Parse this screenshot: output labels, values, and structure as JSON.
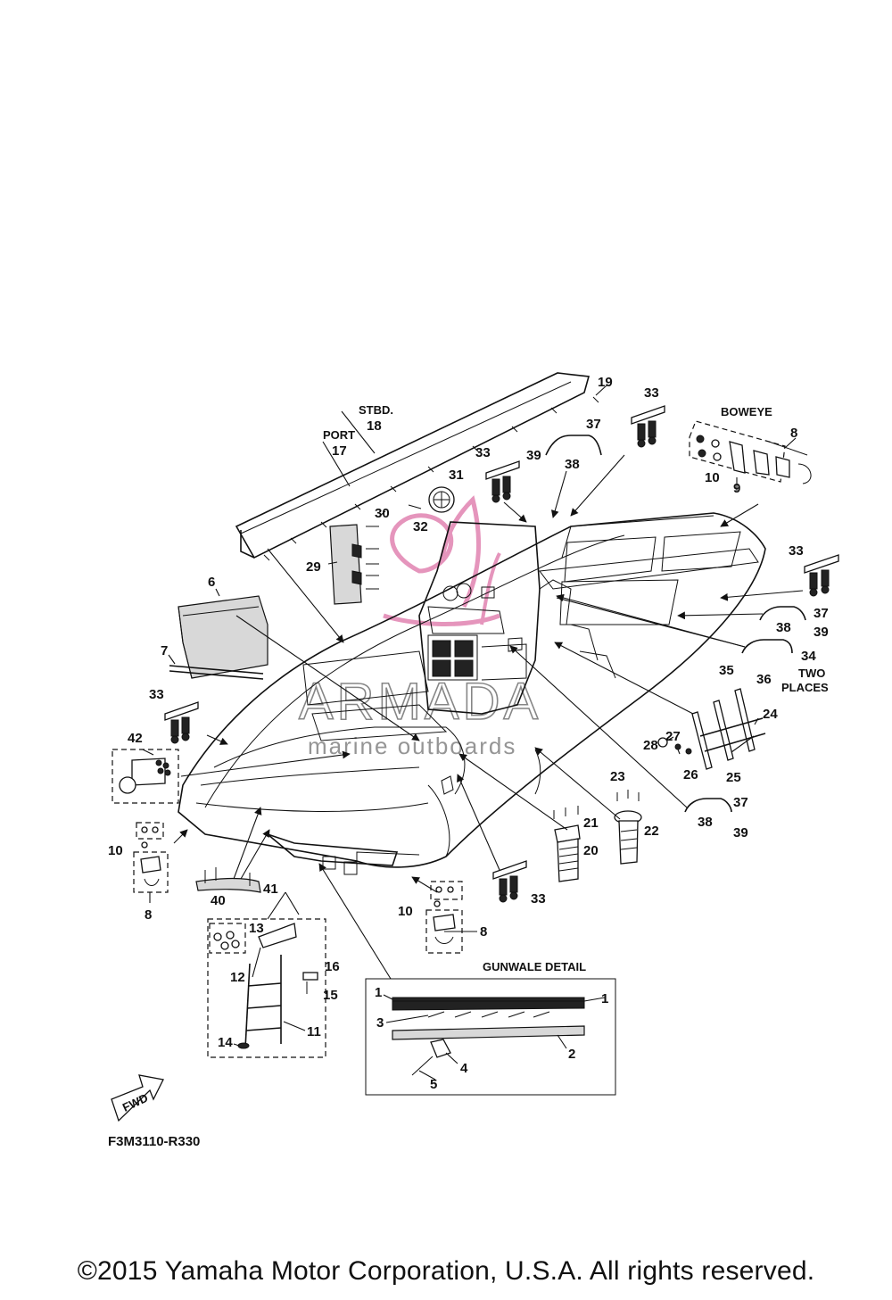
{
  "diagram_code": "F3M3110-R330",
  "copyright": "©2015 Yamaha Motor Corporation, U.S.A. All rights reserved.",
  "labels": {
    "stbd": "STBD.",
    "port": "PORT",
    "boweye": "BOWEYE",
    "two_places_1": "TWO",
    "two_places_2": "PLACES",
    "gunwale_detail": "GUNWALE DETAIL",
    "fwd": "FWD"
  },
  "watermark": {
    "main": "ARMADA",
    "sub": "marine outboards",
    "logo": "armada-logo"
  },
  "callouts": {
    "c1a": "1",
    "c1b": "1",
    "c2": "2",
    "c3": "3",
    "c4": "4",
    "c5": "5",
    "c6": "6",
    "c7": "7",
    "c8a": "8",
    "c8b": "8",
    "c8c": "8",
    "c9": "9",
    "c10a": "10",
    "c10b": "10",
    "c10c": "10",
    "c11": "11",
    "c12": "12",
    "c13": "13",
    "c14": "14",
    "c15": "15",
    "c16": "16",
    "c17": "17",
    "c18": "18",
    "c19": "19",
    "c20": "20",
    "c21": "21",
    "c22": "22",
    "c23": "23",
    "c24": "24",
    "c25": "25",
    "c26": "26",
    "c27": "27",
    "c28": "28",
    "c29": "29",
    "c30": "30",
    "c31": "31",
    "c32": "32",
    "c33a": "33",
    "c33b": "33",
    "c33c": "33",
    "c33d": "33",
    "c33e": "33",
    "c34": "34",
    "c35": "35",
    "c36": "36",
    "c37a": "37",
    "c37b": "37",
    "c37c": "37",
    "c38a": "38",
    "c38b": "38",
    "c38c": "38",
    "c39a": "39",
    "c39b": "39",
    "c39c": "39",
    "c40": "40",
    "c41": "41",
    "c42": "42"
  }
}
